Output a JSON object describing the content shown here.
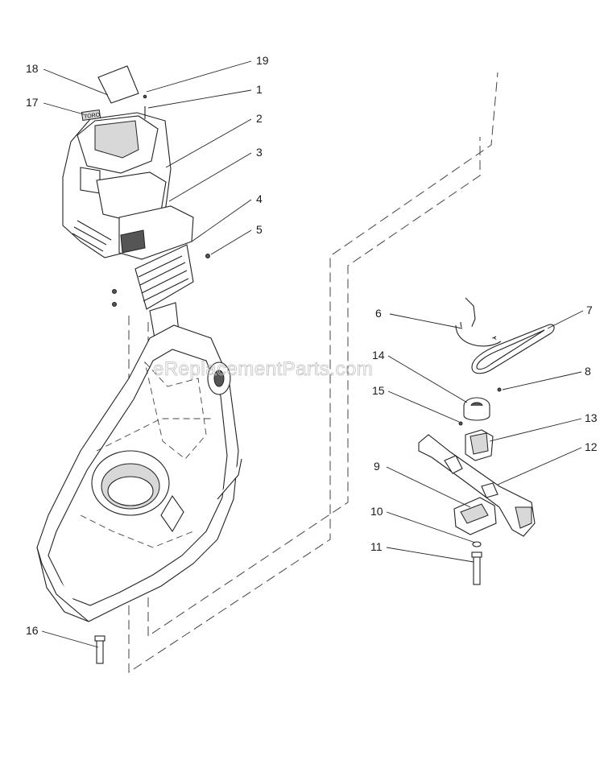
{
  "watermark": "eReplacementParts.com",
  "engine_logo": "TORO",
  "callouts": [
    {
      "id": "18",
      "label": "18"
    },
    {
      "id": "19",
      "label": "19"
    },
    {
      "id": "17",
      "label": "17"
    },
    {
      "id": "1",
      "label": "1"
    },
    {
      "id": "2",
      "label": "2"
    },
    {
      "id": "3",
      "label": "3"
    },
    {
      "id": "4",
      "label": "4"
    },
    {
      "id": "5",
      "label": "5"
    },
    {
      "id": "6",
      "label": "6"
    },
    {
      "id": "7",
      "label": "7"
    },
    {
      "id": "14",
      "label": "14"
    },
    {
      "id": "8",
      "label": "8"
    },
    {
      "id": "15",
      "label": "15"
    },
    {
      "id": "13",
      "label": "13"
    },
    {
      "id": "12",
      "label": "12"
    },
    {
      "id": "9",
      "label": "9"
    },
    {
      "id": "10",
      "label": "10"
    },
    {
      "id": "11",
      "label": "11"
    },
    {
      "id": "16",
      "label": "16"
    }
  ]
}
